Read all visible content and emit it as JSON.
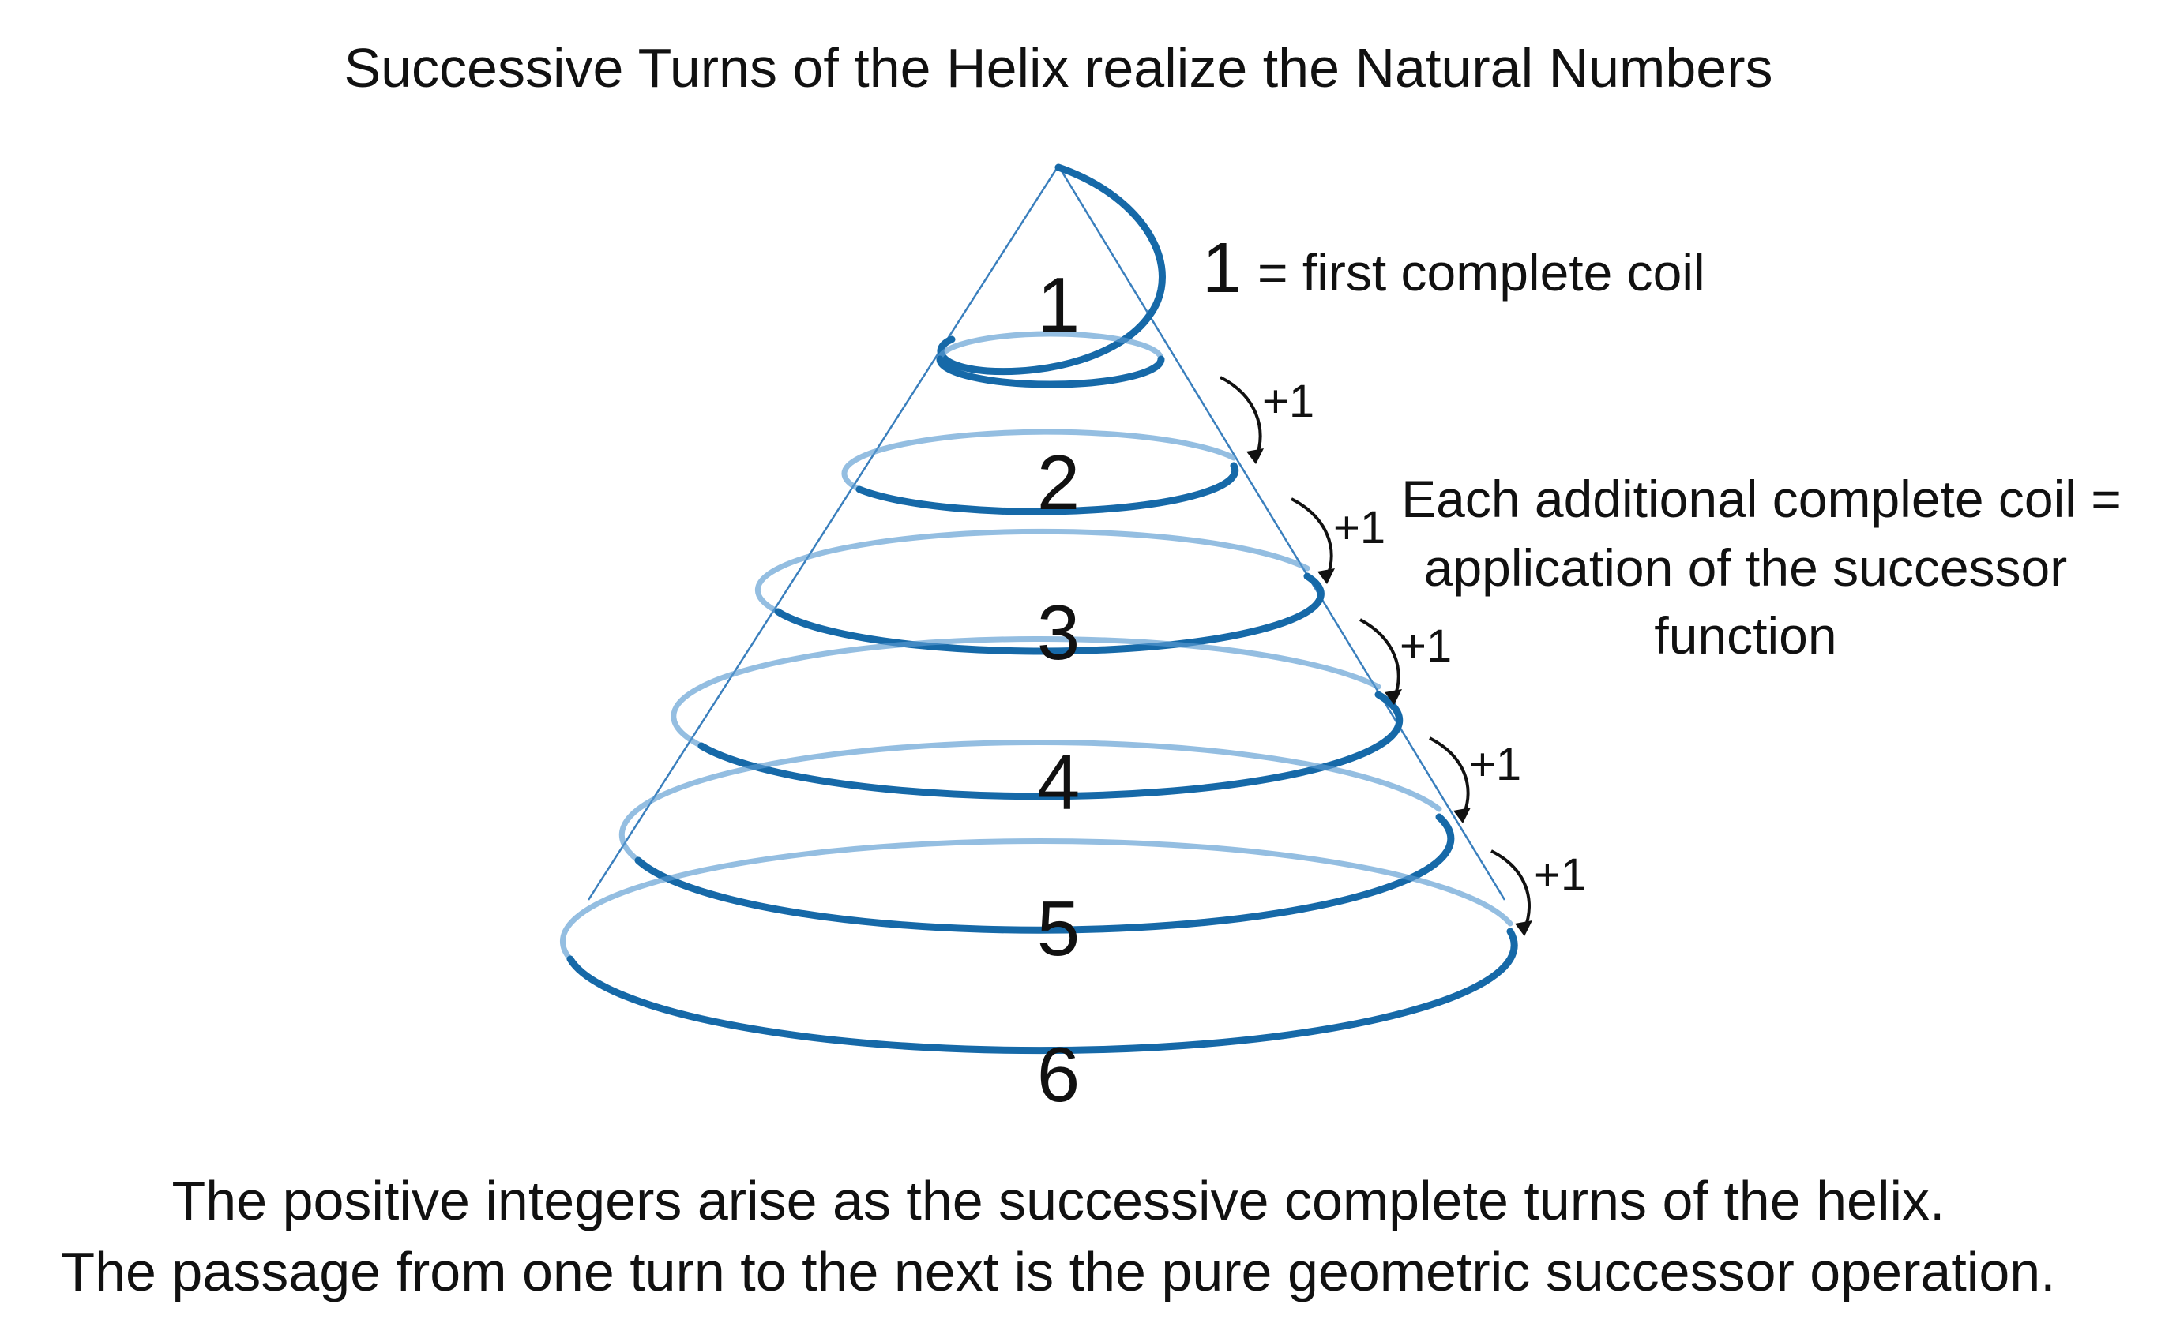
{
  "title": "Successive Turns of the Helix realize the Natural Numbers",
  "colors": {
    "coil": "#1669a8",
    "coil_light": "#5b9bd1",
    "cone_edge": "#3a7fbd",
    "text": "#111111",
    "background": "#ffffff"
  },
  "coil_labels": [
    "1",
    "2",
    "3",
    "4",
    "5",
    "6"
  ],
  "first_coil_note": {
    "number": "1",
    "text": "= first complete coil"
  },
  "successor_labels": [
    "+1",
    "+1",
    "+1",
    "+1",
    "+1"
  ],
  "successor_note": {
    "line1": "Each additional complete coil =",
    "line2": "application of the successor",
    "line3": "function"
  },
  "caption": {
    "line1": "The positive integers arise as the successive complete turns of the helix.",
    "line2": "The passage from one turn to the next is the pure geometric successor operation."
  }
}
